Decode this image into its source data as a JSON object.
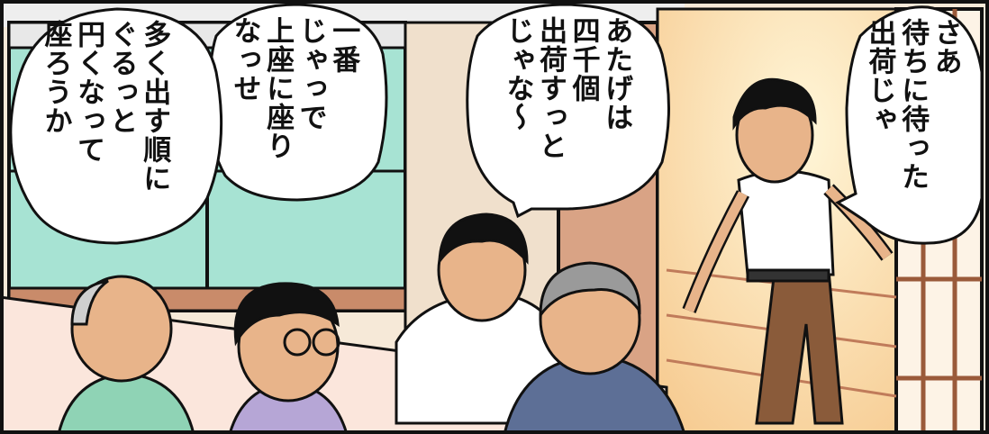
{
  "panel": {
    "colors": {
      "wall": "#f4e3cf",
      "window_glass": "#a7e3d3",
      "floor": "#fbe6dc",
      "doorway_light": "#fde9c0",
      "shoji_frame": "#c98b6a",
      "outline": "#111111"
    },
    "bubbles": [
      {
        "speaker": "young-man",
        "lines": [
          "さあ",
          "待ちに待った",
          "出荷じゃ"
        ]
      },
      {
        "speaker": "older-man-center",
        "lines": [
          "あたげは",
          "四千個",
          "出荷すっと",
          "じゃな〜"
        ]
      },
      {
        "speaker": "man-with-glasses",
        "lines": [
          "一番",
          "じゃっで",
          "上座に座り",
          "なっせ"
        ]
      },
      {
        "speaker": "bald-elder",
        "lines": [
          "多く出す順に",
          "ぐるっと",
          "円くなって",
          "座ろうか"
        ]
      }
    ],
    "characters": [
      {
        "name": "young-man-in-tank-top"
      },
      {
        "name": "older-man-white-shirt"
      },
      {
        "name": "gray-haired-man-blue-jacket"
      },
      {
        "name": "man-with-glasses"
      },
      {
        "name": "bald-elder-green-kimono"
      }
    ]
  }
}
